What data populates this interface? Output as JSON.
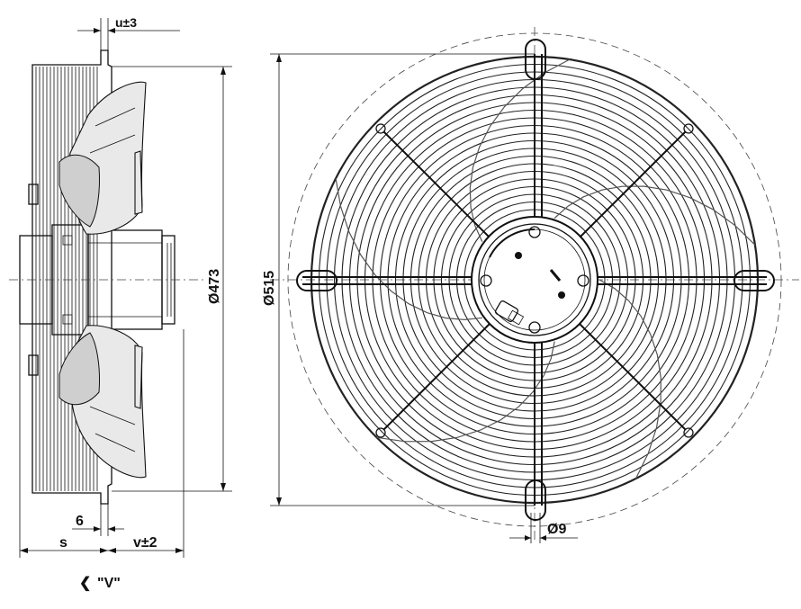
{
  "side_view": {
    "dim_u": "u±3",
    "dim_diameter": "Ø473",
    "dim_6": "6",
    "dim_s": "s",
    "dim_v": "v±2"
  },
  "front_view": {
    "dim_diameter": "Ø515",
    "dim_hole": "Ø9"
  },
  "view_marker": {
    "arrow_glyph": "❮",
    "label": "\"V\""
  }
}
